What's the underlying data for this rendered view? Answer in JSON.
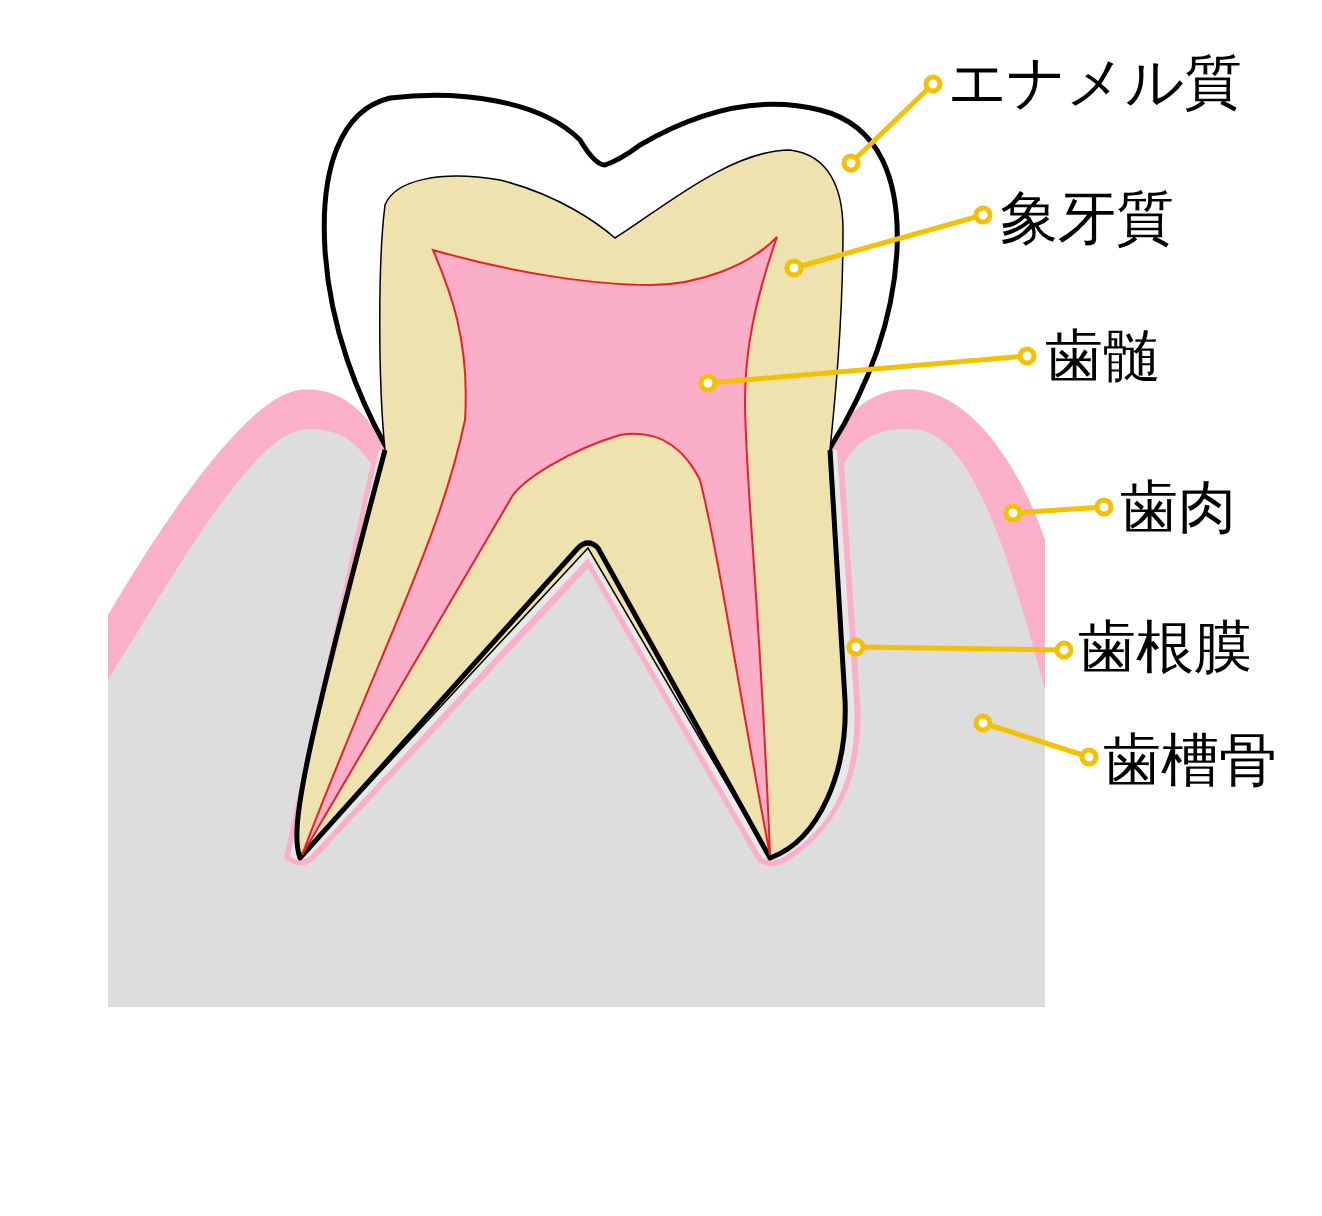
{
  "diagram": {
    "labels": [
      "エナメル質",
      "象牙質",
      "歯髄",
      "歯肉",
      "歯根膜",
      "歯槽骨"
    ]
  }
}
